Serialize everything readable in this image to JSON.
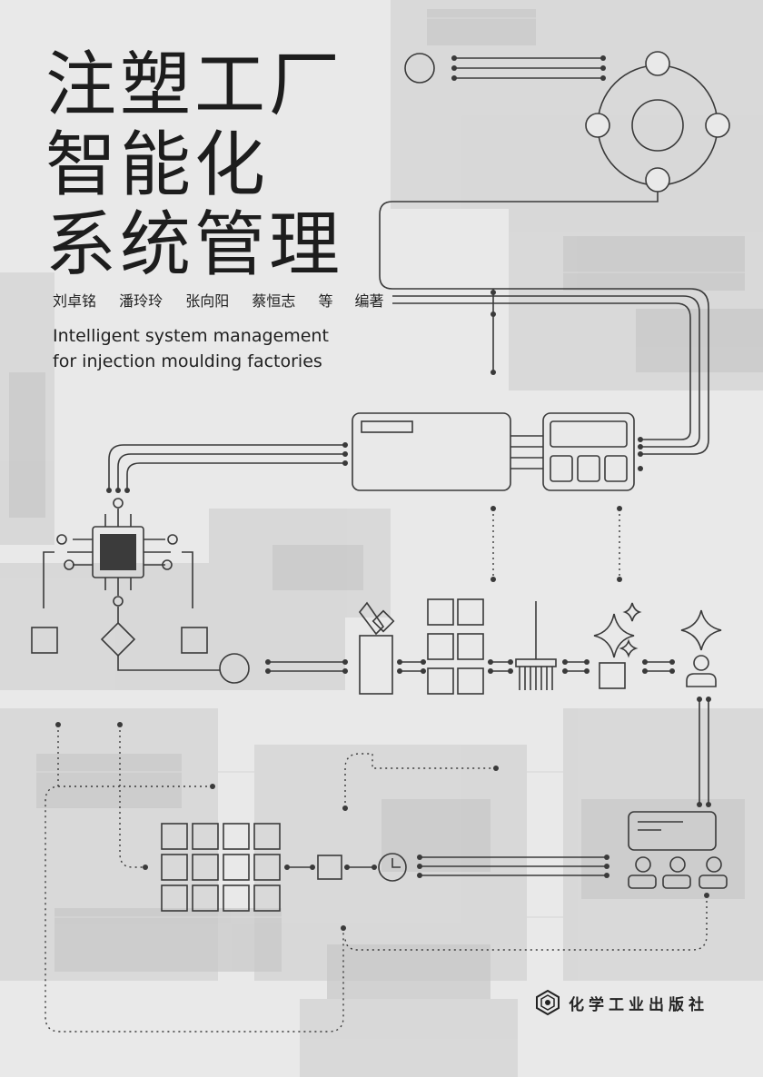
{
  "title": {
    "line1": "注塑工厂",
    "line2": "智能化",
    "line3": "系统管理"
  },
  "authors": {
    "names": [
      "刘卓铭",
      "潘玲玲",
      "张向阳",
      "蔡恒志"
    ],
    "suffix": "等",
    "role": "编著"
  },
  "subtitle": {
    "line1": "Intelligent system management",
    "line2": "for injection moulding factories"
  },
  "publisher": {
    "name": "化学工业出版社",
    "logo_icon": "publisher-hexagon-logo-icon"
  },
  "colors": {
    "background": "#e9e9e9",
    "line": "#3a3a3a",
    "chip": "#3b3b3b",
    "text": "#1d1d1d"
  }
}
